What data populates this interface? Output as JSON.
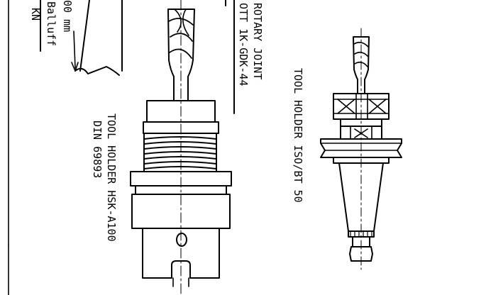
{
  "labels": {
    "sensor_brand": "Balluff",
    "partial_kn": "KN",
    "dimension_partial": "00 mm",
    "rotary_joint_title": "ROTARY JOINT",
    "rotary_joint_model": "OTT 1K-GDK-44",
    "hsk_holder_title": "TOOL HOLDER HSK-A100",
    "hsk_holder_standard": "DIN 69893",
    "bt_holder_title": "TOOL HOLDER ISO/BT 50"
  },
  "colors": {
    "ink": "#000000",
    "paper": "#ffffff"
  }
}
